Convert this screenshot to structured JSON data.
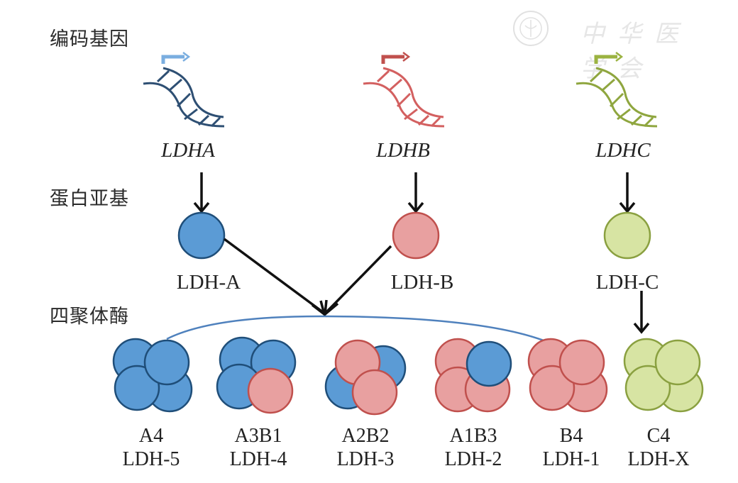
{
  "row_labels": {
    "genes": "编码基因",
    "subunits": "蛋白亚基",
    "tetramers": "四聚体酶"
  },
  "watermark": {
    "text": "中华医学会",
    "icon": "society-seal-icon"
  },
  "colors": {
    "A_fill": "#5b9bd5",
    "A_stroke": "#1f4e79",
    "B_fill": "#e8a0a0",
    "B_stroke": "#c0504d",
    "C_fill": "#d7e4a3",
    "C_stroke": "#8aa040",
    "gene_A": "#2e4f73",
    "gene_B": "#d36060",
    "gene_C": "#8fa63f",
    "promoter_A": "#7aaee0",
    "promoter_B": "#c0504d",
    "promoter_C": "#9bb341",
    "arrow": "#111111",
    "bracket": "#4f81bd"
  },
  "genes": [
    {
      "id": "A",
      "name": "LDHA"
    },
    {
      "id": "B",
      "name": "LDHB"
    },
    {
      "id": "C",
      "name": "LDHC"
    }
  ],
  "subunits": [
    {
      "id": "A",
      "name": "LDH-A"
    },
    {
      "id": "B",
      "name": "LDH-B"
    },
    {
      "id": "C",
      "name": "LDH-C"
    }
  ],
  "tetramers": [
    {
      "composition": "A4",
      "name": "LDH-5",
      "subunits": [
        "A",
        "A",
        "A",
        "A"
      ]
    },
    {
      "composition": "A3B1",
      "name": "LDH-4",
      "subunits": [
        "A",
        "A",
        "A",
        "B"
      ]
    },
    {
      "composition": "A2B2",
      "name": "LDH-3",
      "subunits": [
        "A",
        "A",
        "B",
        "B"
      ]
    },
    {
      "composition": "A1B3",
      "name": "LDH-2",
      "subunits": [
        "B",
        "B",
        "B",
        "A"
      ]
    },
    {
      "composition": "B4",
      "name": "LDH-1",
      "subunits": [
        "B",
        "B",
        "B",
        "B"
      ]
    },
    {
      "composition": "C4",
      "name": "LDH-X",
      "subunits": [
        "C",
        "C",
        "C",
        "C"
      ]
    }
  ]
}
